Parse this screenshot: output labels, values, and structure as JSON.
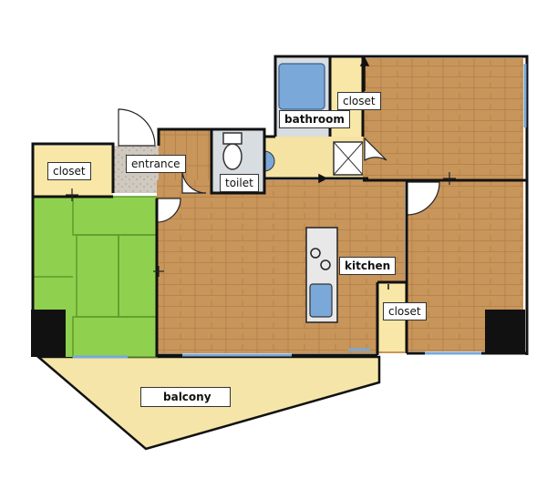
{
  "rooms": {
    "closet_left": "closet",
    "entrance": "entrance",
    "toilet": "toilet",
    "bathroom": "bathroom",
    "closet_top": "closet",
    "kitchen": "kitchen",
    "closet_right": "closet",
    "balcony": "balcony"
  },
  "colors": {
    "wood": "#c8955a",
    "wood_line": "#a9743d",
    "tatami": "#8fd14f",
    "tatami_line": "#5f9a2b",
    "closet": "#f8e7a6",
    "tile": "#d8dde2",
    "bath": "#7aa8d8",
    "balcony": "#f6e5a9",
    "wall": "#111111",
    "floor_light": "#f4e3a2"
  }
}
